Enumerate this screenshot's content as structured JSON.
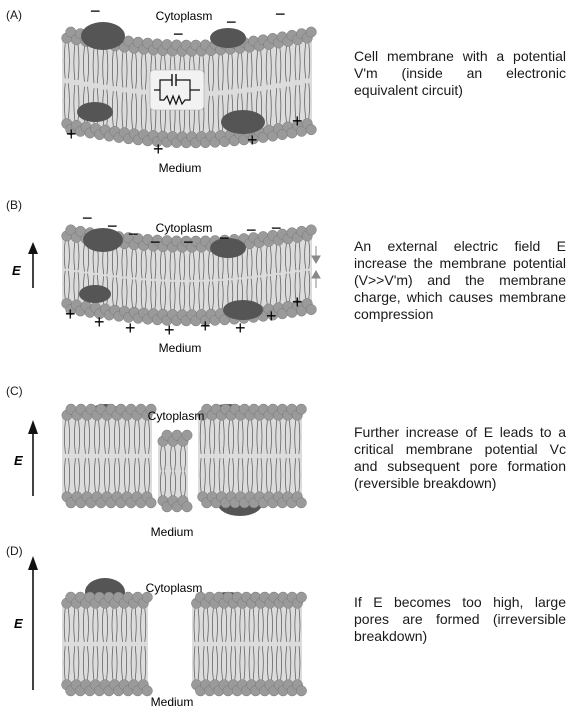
{
  "panels": [
    {
      "label": "(A)",
      "top_text": "Cytoplasm",
      "bottom_text": "Medium",
      "description": "Cell membrane with a potential V'm (inside an electronic equivalent circuit)"
    },
    {
      "label": "(B)",
      "top_text": "Cytoplasm",
      "bottom_text": "Medium",
      "field_label": "E",
      "description": "An external electric field E increase the membrane potential (V>>V'm) and the membrane charge, which causes membrane compression"
    },
    {
      "label": "(C)",
      "top_text": "Cytoplasm",
      "bottom_text": "Medium",
      "field_label": "E",
      "description": "Further increase of E leads to a critical membrane potential Vc and subsequent pore formation (reversible breakdown)"
    },
    {
      "label": "(D)",
      "top_text": "Cytoplasm",
      "bottom_text": "Medium",
      "field_label": "E",
      "description": "If E becomes too high, large pores are formed (irreversible breakdown)"
    }
  ],
  "symbols": {
    "minus": "−",
    "plus": "+"
  },
  "colors": {
    "lipid_head": "#9a9a9a",
    "protein": "#555555",
    "core": "#dcdcdc"
  }
}
